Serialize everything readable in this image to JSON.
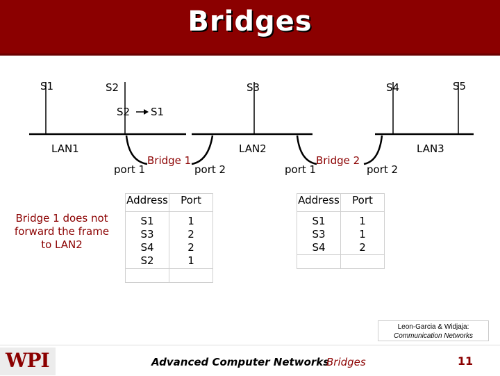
{
  "title": "Bridges",
  "stations": [
    "S1",
    "S2",
    "S3",
    "S4",
    "S5"
  ],
  "frame_label": {
    "from": "S2",
    "to": "S1"
  },
  "lans": [
    "LAN1",
    "LAN2",
    "LAN3"
  ],
  "bridge1": {
    "label": "Bridge 1",
    "port_left": "port 1",
    "port_right": "port 2",
    "table": {
      "headers": [
        "Address",
        "Port"
      ],
      "rows": [
        [
          "S1",
          "1"
        ],
        [
          "S3",
          "2"
        ],
        [
          "S4",
          "2"
        ],
        [
          "S2",
          "1"
        ]
      ]
    }
  },
  "bridge2": {
    "label": "Bridge 2",
    "port_left": "port 1",
    "port_right": "port 2",
    "table": {
      "headers": [
        "Address",
        "Port"
      ],
      "rows": [
        [
          "S1",
          "1"
        ],
        [
          "S3",
          "1"
        ],
        [
          "S4",
          "2"
        ]
      ]
    }
  },
  "note": "Bridge 1 does not forward the frame to LAN2",
  "citation": {
    "authors": "Leon-Garcia & Widjaja:",
    "book": "Communication Networks"
  },
  "footer": {
    "logo": "WPI",
    "course": "Advanced Computer Networks",
    "topic": "Bridges",
    "page": "11"
  },
  "colors": {
    "title_bar": "#8b0000",
    "accent": "#8b0000"
  }
}
